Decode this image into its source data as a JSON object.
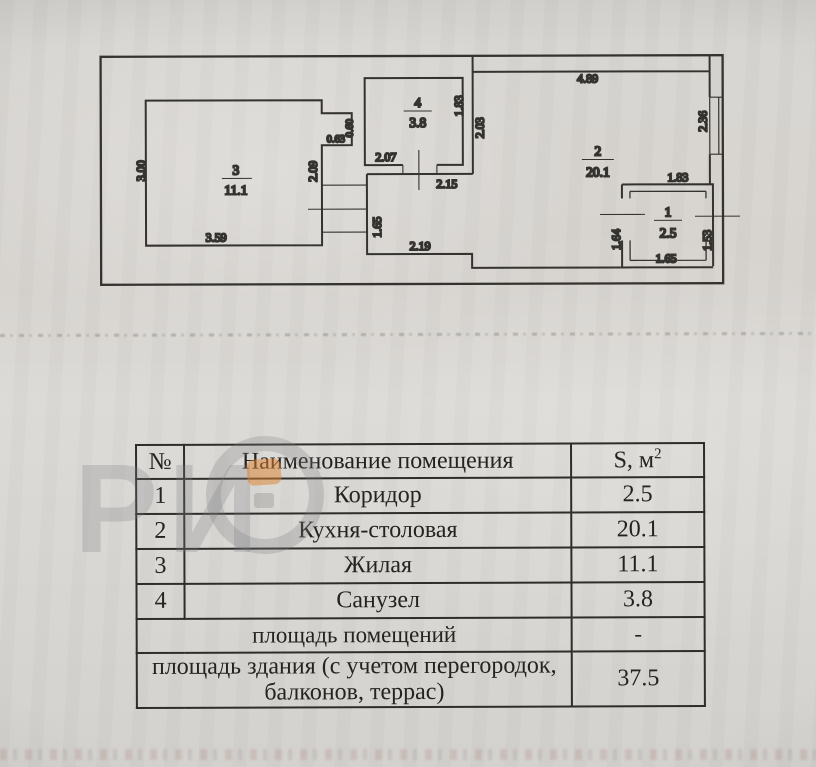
{
  "plan": {
    "rooms": {
      "room3": {
        "number": "3",
        "area": "11.1"
      },
      "room4": {
        "number": "4",
        "area": "3.8"
      },
      "room2": {
        "number": "2",
        "area": "20.1"
      },
      "room1": {
        "number": "1",
        "area": "2.5"
      }
    },
    "dimensions": {
      "room3_left": "3.00",
      "room3_bottom": "3.59",
      "notch_width": "0.63",
      "notch_height": "0.60",
      "room3_right": "2.09",
      "corridor_height": "1.65",
      "corridor_bottom": "2.19",
      "room4_bottom": "2.07",
      "room4_door": "2.15",
      "room4_right": "1.83",
      "room2_left_wall": "2.03",
      "room2_top": "4.89",
      "room2_window": "2.36",
      "room1_top": "1.83",
      "room1_left": "1.64",
      "room1_right": "1.53",
      "room1_bottom": "1.65"
    }
  },
  "table": {
    "header": {
      "num": "№",
      "name": "Наименование помещения",
      "area_base": "S, м",
      "area_sup": "2"
    },
    "rows": [
      {
        "num": "1",
        "name": "Коридор",
        "area": "2.5"
      },
      {
        "num": "2",
        "name": "Кухня-столовая",
        "area": "20.1"
      },
      {
        "num": "3",
        "name": "Жилая",
        "area": "11.1"
      },
      {
        "num": "4",
        "name": "Санузел",
        "area": "3.8"
      }
    ],
    "total_rooms": {
      "name": "площадь помещений",
      "area": "-"
    },
    "total_building": {
      "name": "площадь здания (с учетом перегородок, балконов, террас)",
      "area": "37.5"
    }
  },
  "watermark": {
    "letters": "РИ"
  }
}
